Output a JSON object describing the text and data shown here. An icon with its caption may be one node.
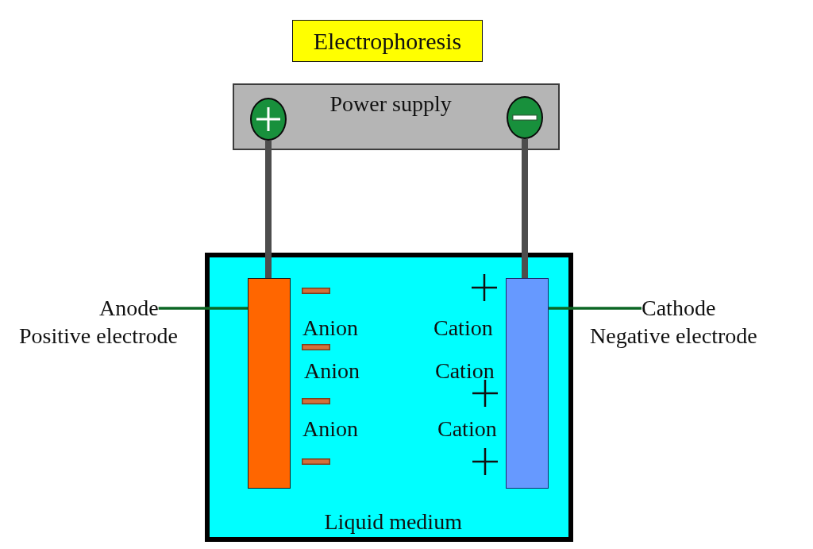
{
  "diagram": {
    "title": "Electrophoresis",
    "nodes": [
      {
        "text": [
          "Power supply"
        ]
      },
      {
        "text": [],
        "shape": "circle",
        "in": 0
      },
      {
        "text": [],
        "shape": "circle",
        "in": 0
      },
      {
        "text": [
          "Liquid medium"
        ]
      },
      {
        "text": [],
        "shape": "bar",
        "in": 3
      },
      {
        "text": [],
        "shape": "bar",
        "in": 3
      },
      {
        "text": [
          "Anode"
        ],
        "beside": [
          "Positive electrode"
        ]
      },
      {
        "text": [
          "Cathode"
        ],
        "beside": [
          "Negative electrode"
        ]
      }
    ],
    "edges": [
      {
        "from": 1,
        "to": 4,
        "arrow": "none",
        "style": "thick"
      },
      {
        "from": 2,
        "to": 5,
        "arrow": "none",
        "style": "thick"
      },
      {
        "from": 6,
        "to": 4,
        "arrow": "none",
        "color": "#0b6623"
      },
      {
        "from": 7,
        "to": 5,
        "arrow": "none",
        "color": "#0b6623"
      }
    ],
    "labels": [
      "Anion",
      "Cation",
      "Anion",
      "Cation",
      "Anion",
      "Cation"
    ]
  }
}
